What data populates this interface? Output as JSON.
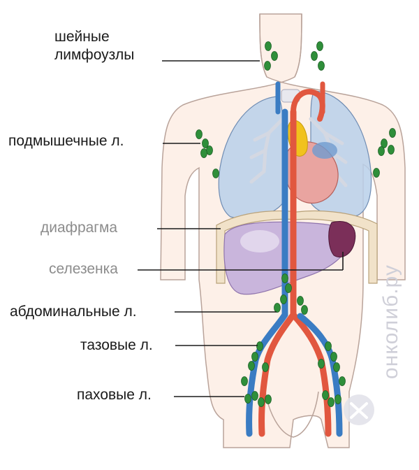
{
  "labels": {
    "neck_line1": "шейные",
    "neck_line2": "лимфоузлы",
    "axillary": "подмышечные л.",
    "diaphragm": "диафрагма",
    "spleen": "селезенка",
    "abdominal": "абдоминальные л.",
    "pelvic": "тазовые л.",
    "inguinal": "паховые л."
  },
  "watermark": "онколиб.ру",
  "colors": {
    "skin": "#fdf0e8",
    "outline": "#b9a39a",
    "lung": "#b9d0ea",
    "artery": "#e1573f",
    "vein": "#3a7cc3",
    "lymph_node": "#2f8f3a",
    "liver": "#c9b5dc",
    "spleen": "#7b2f59",
    "heart": "#e9a4a0",
    "thymus": "#f1c21d",
    "label_dark": "#1a1a1a",
    "label_muted": "#8c8c8c"
  }
}
